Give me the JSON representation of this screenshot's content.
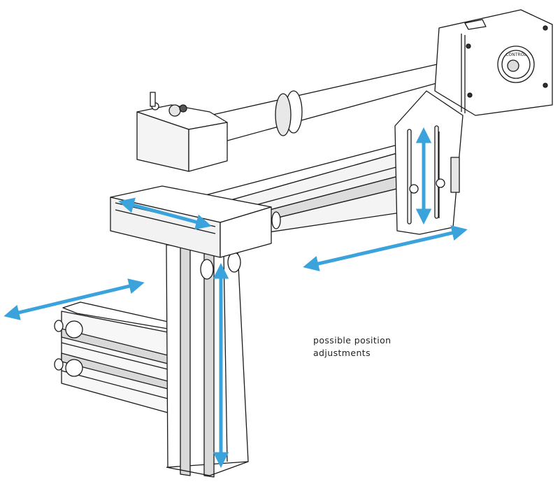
{
  "caption": {
    "line1": "possible position",
    "line2": "adjustments"
  },
  "colors": {
    "arrow": "#3aa3dc",
    "line": "#1a1a1a",
    "metal": "#ffffff",
    "shade": "#e2e2e2"
  },
  "icons": [
    "double-arrow-icon"
  ],
  "logo_text": "CONTROL"
}
